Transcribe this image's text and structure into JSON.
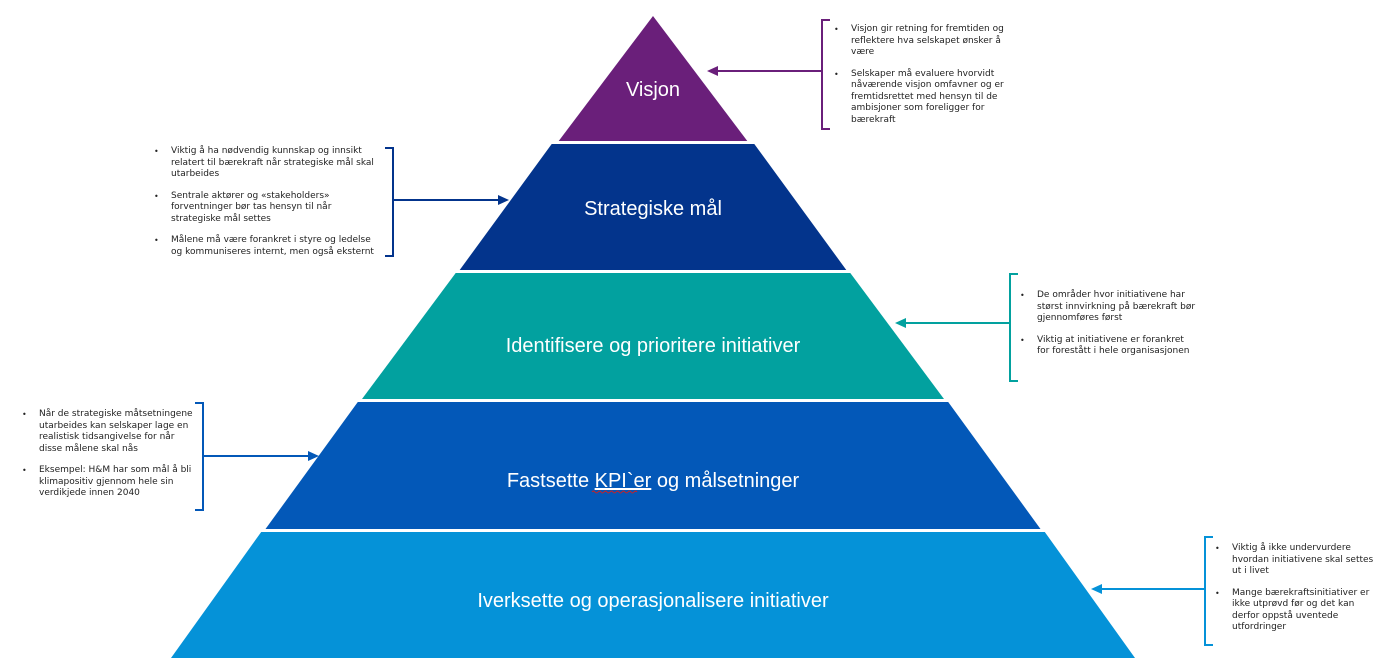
{
  "pyramid": {
    "layers": [
      {
        "label": "Visjon",
        "color": "#6a1f7a"
      },
      {
        "label": "Strategiske mål",
        "color": "#03348c"
      },
      {
        "label": "Identifisere og prioritere initiativer",
        "color": "#02a19f"
      },
      {
        "label_before": "Fastsette ",
        "label_flagged": "KPI`er",
        "label_after": " og målsetninger",
        "color": "#0358b8"
      },
      {
        "label": "Iverksette og operasjonalisere initiativer",
        "color": "#0592d8"
      }
    ]
  },
  "notes": [
    {
      "target": "Visjon",
      "color": "#6a1f7a",
      "bullets": [
        "Visjon gir retning for fremtiden og reflektere hva selskapet ønsker å være",
        "Selskaper må evaluere hvorvidt nåværende visjon omfavner og er fremtidsrettet med hensyn til de ambisjoner som foreligger for bærekraft"
      ]
    },
    {
      "target": "Strategiske mål",
      "color": "#03348c",
      "bullets": [
        "Viktig å ha nødvendig kunnskap og innsikt relatert til bærekraft når strategiske mål skal utarbeides",
        "Sentrale aktører og «stakeholders» forventninger bør tas hensyn til når strategiske mål settes",
        "Målene må være forankret i styre og ledelse og kommuniseres internt, men også eksternt"
      ]
    },
    {
      "target": "Identifisere og prioritere initiativer",
      "color": "#02a19f",
      "bullets": [
        "De områder hvor initiativene har størst innvirkning på bærekraft bør gjennomføres først",
        "Viktig at initiativene er forankret for forestått i hele organisasjonen"
      ]
    },
    {
      "target": "Fastsette KPI`er og målsetninger",
      "color": "#0358b8",
      "bullets": [
        "Når de strategiske måtsetningene utarbeides kan selskaper lage en realistisk tidsangivelse for når disse målene skal nås",
        "Eksempel: H&M har som mål å bli klimapositiv gjennom hele sin verdikjede innen 2040"
      ]
    },
    {
      "target": "Iverksette og operasjonalisere initiativer",
      "color": "#0592d8",
      "bullets": [
        "Viktig å ikke undervurdere hvordan initiativene skal settes ut i livet",
        "Mange bærekraftsinitiativer er ikke utprøvd før og det kan derfor oppstå uventede utfordringer"
      ]
    }
  ]
}
